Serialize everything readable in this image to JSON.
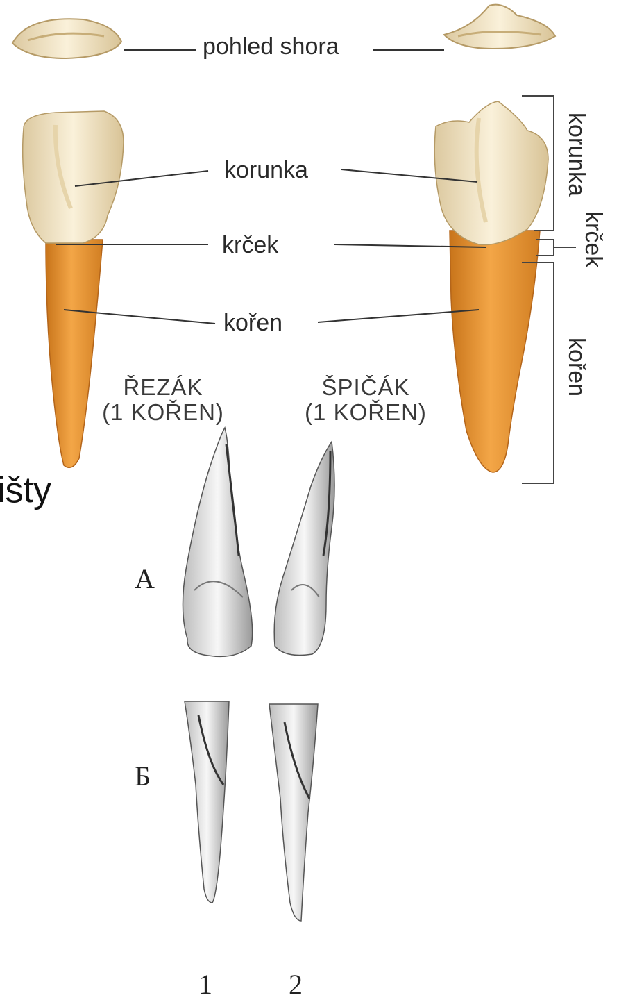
{
  "labels": {
    "top_view": "pohled shora",
    "crown": "korunka",
    "neck": "krček",
    "root": "kořen",
    "side_crown": "korunka",
    "side_neck": "krček",
    "side_root": "kořen"
  },
  "captions": {
    "incisor": [
      "ŘEZÁK",
      "(1 KOŘEN)"
    ],
    "canine": [
      "ŠPIČÁK",
      "(1 KOŘEN)"
    ]
  },
  "partial_text": "išty",
  "lower_figure": {
    "row_a": "А",
    "row_b": "Б",
    "col_1": "1",
    "col_2": "2"
  }
}
